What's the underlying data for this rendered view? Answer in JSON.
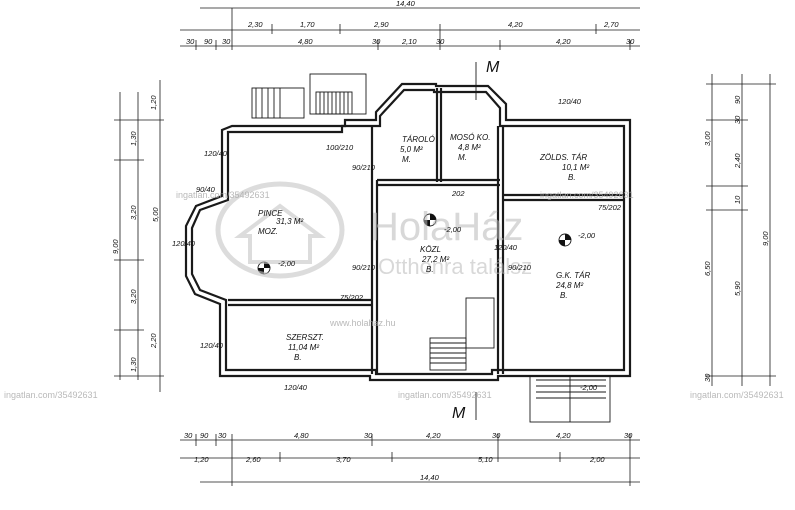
{
  "rooms": [
    {
      "id": "pince",
      "name": "PINCE",
      "area": "31,3 M²",
      "floor": "MOZ."
    },
    {
      "id": "tarolo",
      "name": "TÁROLÓ",
      "area": "5,0 M²",
      "floor": "M."
    },
    {
      "id": "moso",
      "name": "MOSÓ KO.",
      "area": "4,8 M²",
      "floor": "M."
    },
    {
      "id": "zolds",
      "name": "ZÖLDS. TÁR",
      "area": "10,1 M²",
      "floor": "B."
    },
    {
      "id": "kozl",
      "name": "KÖZL",
      "area": "27,2 M²",
      "floor": "B."
    },
    {
      "id": "gktar",
      "name": "G.K. TÁR",
      "area": "24,8 M²",
      "floor": "B."
    },
    {
      "id": "szerszt",
      "name": "SZERSZT.",
      "area": "11,04 M²",
      "floor": "B."
    }
  ],
  "dims_top_row1": [
    "14,40"
  ],
  "dims_top_row2": [
    "2,30",
    "1,70",
    "2,90",
    "4,20",
    "2,70"
  ],
  "dims_top_row3": [
    "30",
    "90",
    "30",
    "4,80",
    "30",
    "2,10",
    "30",
    "4,20",
    "30"
  ],
  "dims_bottom_row1": [
    "30",
    "90",
    "30",
    "4,80",
    "30",
    "4,20",
    "30",
    "4,20",
    "30"
  ],
  "dims_bottom_row2": [
    "1,20",
    "2,60",
    "3,70",
    "5,10",
    "2,00"
  ],
  "dims_bottom_row3": [
    "14,40"
  ],
  "dims_left": [
    "1,20",
    "1,30",
    "3,20",
    "5,00",
    "9,00",
    "3,20",
    "2,20",
    "1,30"
  ],
  "dims_right": [
    "90",
    "30",
    "3,00",
    "2,40",
    "10",
    "9,00",
    "6,50",
    "5,90",
    "30"
  ],
  "section_marks": [
    "M",
    "M"
  ],
  "level_marks": [
    "-2,00",
    "-2,00",
    "-2,00",
    "-2,00"
  ],
  "opening_labels": [
    "120/40",
    "120/40",
    "120/40",
    "120/40",
    "90/210",
    "90/210",
    "90/210",
    "100/210",
    "75/202",
    "75/202",
    "202",
    "120/40",
    "120/40",
    "90/40"
  ],
  "watermarks": {
    "brand": "HolaHáz",
    "tagline": "Otthonra találsz",
    "site": "www.holahaz.hu",
    "ingatlan": "ingatlan.com/35492631"
  }
}
